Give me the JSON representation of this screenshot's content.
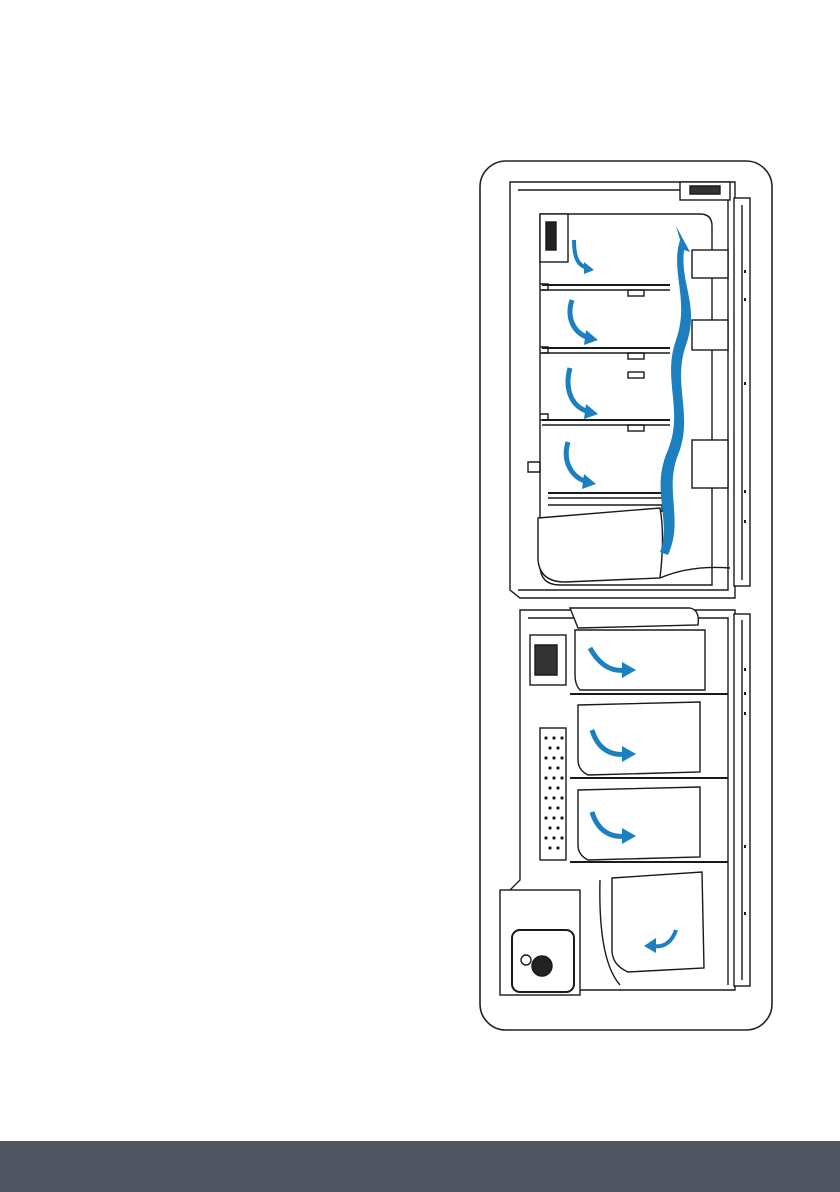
{
  "page": {
    "background_color": "#ffffff",
    "footer_bar_color": "#4e5560"
  },
  "figure": {
    "subject": "fridge-freezer-cross-section",
    "line_color": "#1a1a1a",
    "airflow_color": "#1b7fc0",
    "panel_border_color": "#222222",
    "fridge_compartment": {
      "shelf_count": 4,
      "airflow_arrow_count": 5
    },
    "freezer_compartment": {
      "drawer_count": 4,
      "airflow_arrow_count": 4
    }
  }
}
